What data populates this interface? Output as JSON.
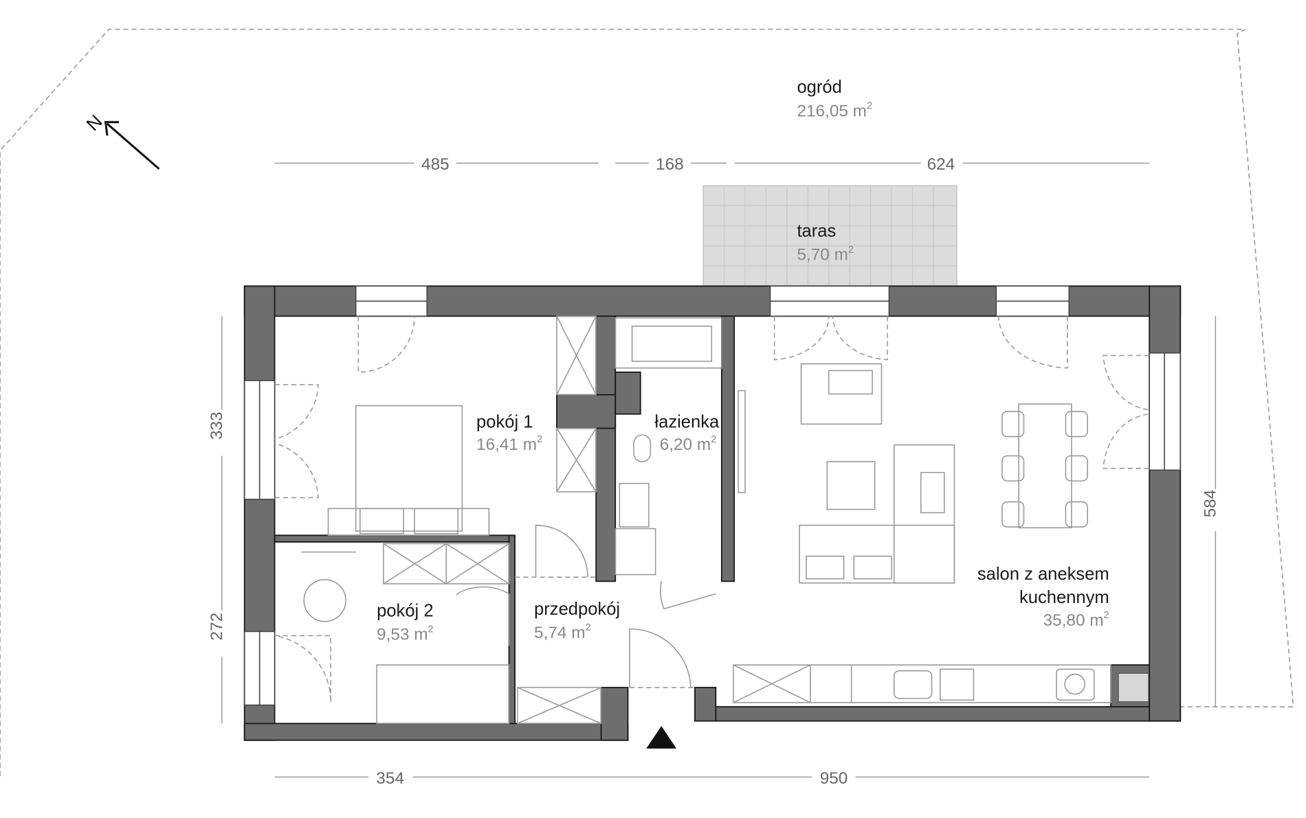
{
  "rooms": {
    "garden": {
      "name": "ogród",
      "area": "216,05 m",
      "sup": "2"
    },
    "terrace": {
      "name": "taras",
      "area": "5,70 m",
      "sup": "2"
    },
    "room1": {
      "name": "pokój 1",
      "area": "16,41 m",
      "sup": "2"
    },
    "bathroom": {
      "name": "łazienka",
      "area": "6,20 m",
      "sup": "2"
    },
    "room2": {
      "name": "pokój 2",
      "area": "9,53 m",
      "sup": "2"
    },
    "hallway": {
      "name": "przedpokój",
      "area": "5,74 m",
      "sup": "2"
    },
    "living": {
      "name1": "salon z aneksem",
      "name2": "kuchennym",
      "area": "35,80 m",
      "sup": "2"
    }
  },
  "dimensions": {
    "top": [
      "485",
      "168",
      "624"
    ],
    "bottom": [
      "354",
      "950"
    ],
    "left": [
      "333",
      "272"
    ],
    "right": "584"
  },
  "compass": "N",
  "colors": {
    "wall": "#6e6e6e",
    "terrace": "#dcdcdc"
  }
}
